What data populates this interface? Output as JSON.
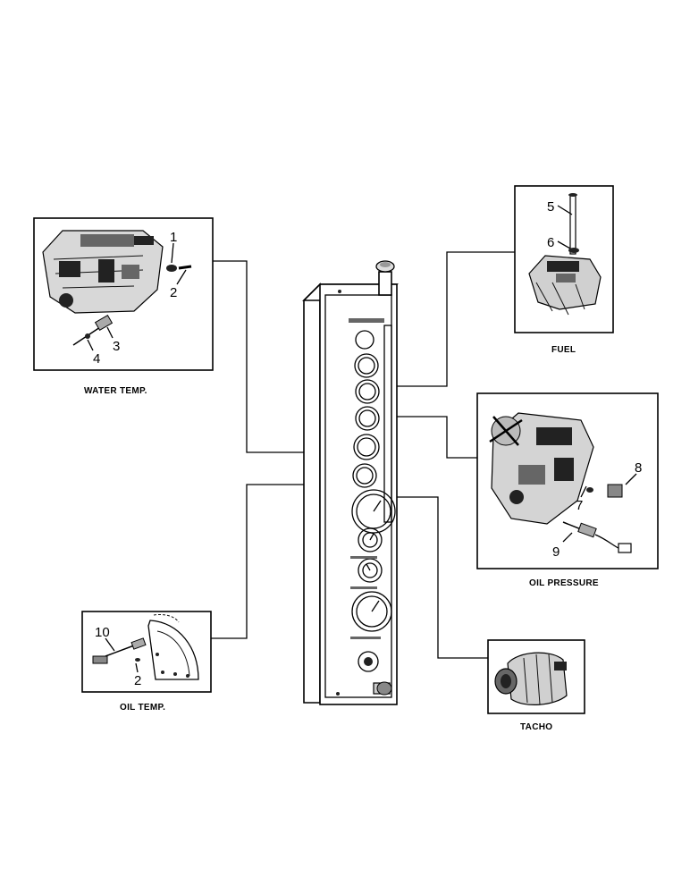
{
  "captions": {
    "water_temp": "WATER TEMP.",
    "fuel": "FUEL",
    "oil_pressure": "OIL PRESSURE",
    "oil_temp": "OIL TEMP.",
    "tacho": "TACHO"
  },
  "callouts": {
    "water_temp": [
      "1",
      "2",
      "3",
      "4"
    ],
    "fuel": [
      "5",
      "6"
    ],
    "oil_pressure": [
      "7",
      "8",
      "9"
    ],
    "oil_temp": [
      "10",
      "2"
    ]
  }
}
